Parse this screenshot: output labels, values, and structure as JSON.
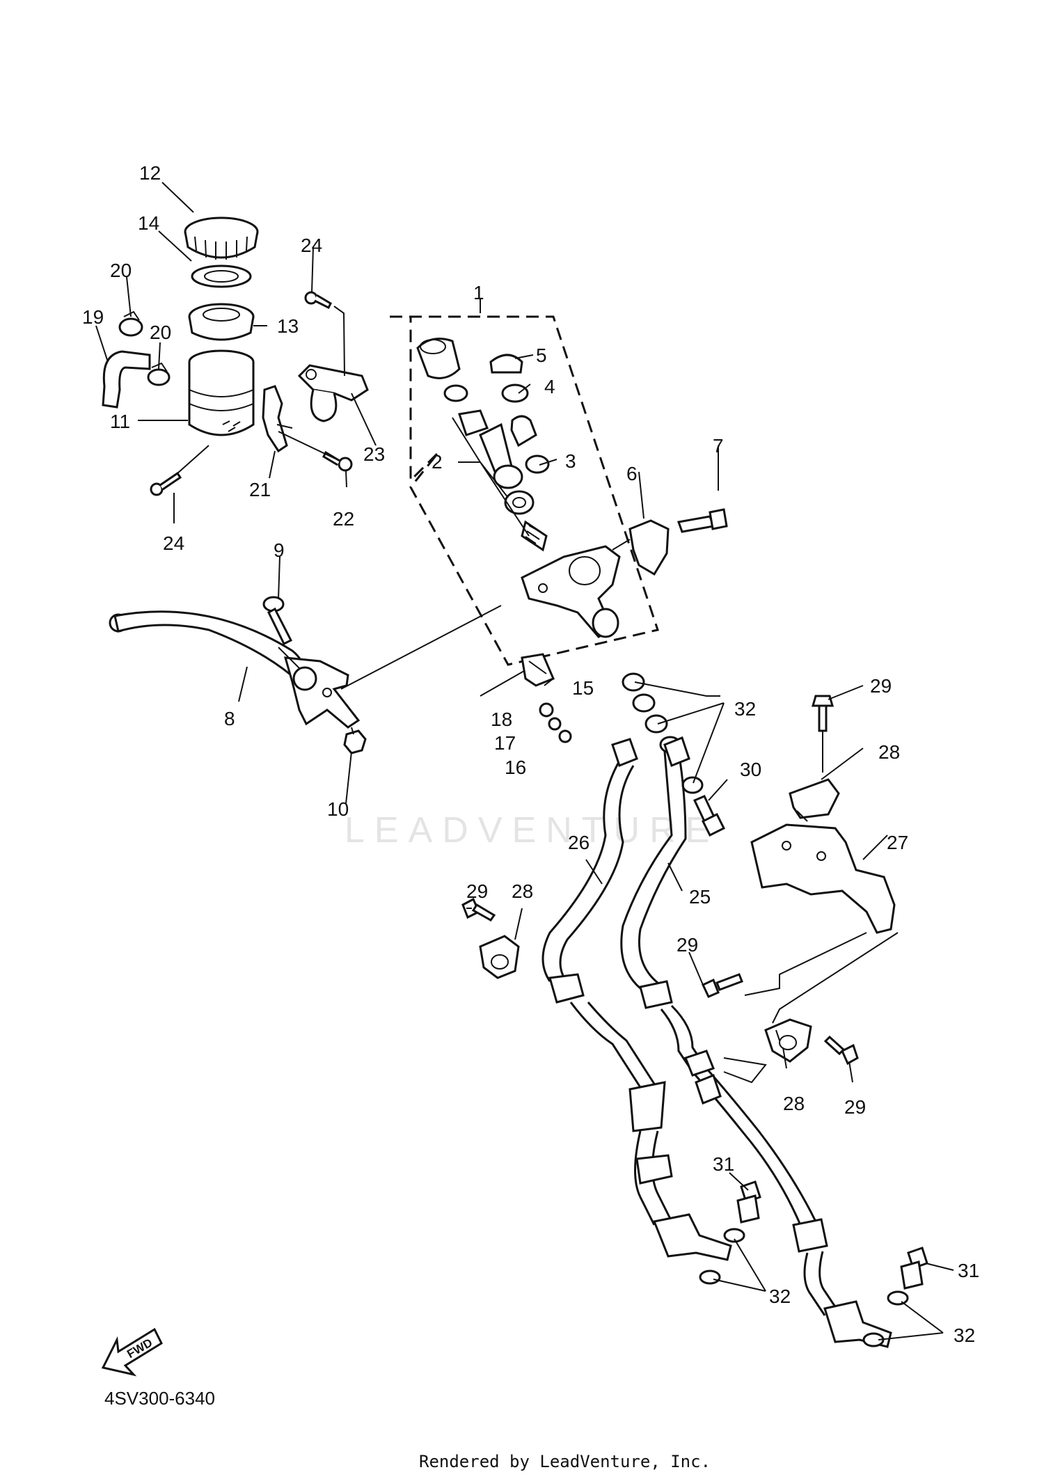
{
  "diagram": {
    "part_number_code": "4SV300-6340",
    "watermark": "LEADVENTURE",
    "footer": "Rendered by LeadVenture, Inc.",
    "fwd_label": "FWD",
    "callouts": [
      "1",
      "2",
      "3",
      "4",
      "5",
      "6",
      "7",
      "8",
      "9",
      "10",
      "11",
      "12",
      "13",
      "14",
      "15",
      "16",
      "17",
      "18",
      "19",
      "20",
      "21",
      "22",
      "23",
      "24",
      "25",
      "26",
      "27",
      "28",
      "29",
      "30",
      "31",
      "32"
    ]
  }
}
